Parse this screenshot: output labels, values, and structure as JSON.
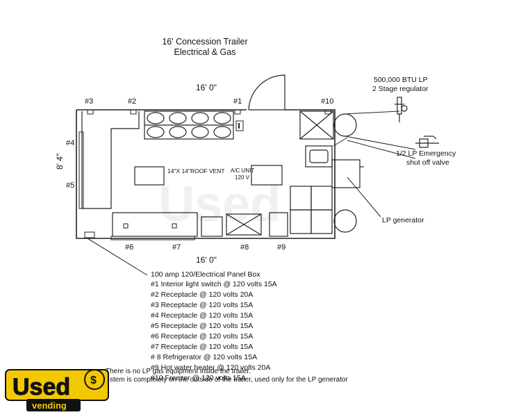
{
  "title": {
    "line1": "16' Concession Trailer",
    "line2": "Electrical & Gas"
  },
  "dimensions": {
    "top": "16' 0\"",
    "bottom": "16' 0\"",
    "side": "8' 4\""
  },
  "outlet_labels": {
    "n1": "#1",
    "n2": "#2",
    "n3": "#3",
    "n4": "#4",
    "n5": "#5",
    "n6": "#6",
    "n7": "#7",
    "n8": "#8",
    "n9": "#9",
    "n10": "#10"
  },
  "equipment": {
    "roof_vent": "14\"X 14\"ROOF VENT",
    "ac_unit_line1": "A/C UNIT",
    "ac_unit_line2": "120 V",
    "lp_btu_line1": "500,000 BTU LP",
    "lp_btu_line2": "2 Stage regulator",
    "emergency_line1": "1/2 LP Emergency",
    "emergency_line2": "shut off valve",
    "lp_generator": "LP generator"
  },
  "legend": [
    "100 amp 120/Electrical Panel Box",
    "#1 Interior light switch @ 120 volts 15A",
    "#2 Receptacle @ 120 volts 20A",
    "#3 Receptacle @ 120 volts 15A",
    "#4 Receptacle @ 120 volts 15A",
    "#5 Receptacle @ 120 volts 15A",
    "#6 Receptacle @ 120 volts 15A",
    "#7 Receptacle @ 120 volts 15A",
    "# 8 Refrigerator @ 120 volts 15A",
    "#9 Hot water heater @ 120 volts 20A",
    "#10 Freezer @ 120 volts 15A"
  ],
  "notes": {
    "line1": "There is no LP gas equipment inside the trailer.",
    "line2": "stem is completely on the outside of the trailer, used only for the LP generator"
  },
  "watermark": {
    "word": "Used",
    "sub": "vending"
  }
}
